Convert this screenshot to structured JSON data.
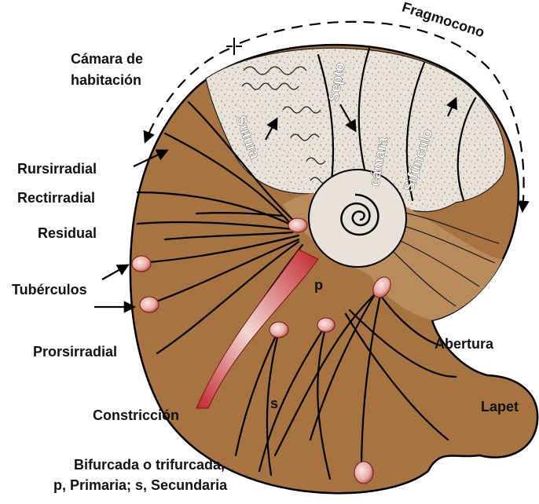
{
  "labels": {
    "camara_habitacion_1": "Cámara de",
    "camara_habitacion_2": "habitación",
    "fragmocono": "Fragmocono",
    "septo": "Septo",
    "sutura": "Sutura",
    "camara": "cámara",
    "sifunculo": "Sifúnculo",
    "rursirradial": "Rursirradial",
    "rectirradial": "Rectirradial",
    "residual": "Residual",
    "tuberculos": "Tubérculos",
    "prorsirradial": "Prorsirradial",
    "p": "p",
    "s": "s",
    "abertura": "Abertura",
    "lapet": "Lapet",
    "constriccion": "Constricción",
    "caption_1": "Bifurcada o trifurcada,",
    "caption_2": "p, Primaria; s, Secundaria"
  },
  "colors": {
    "shell": "#a67341",
    "shell_dark": "#8c5a2e",
    "phragmocone": "#e9e2d9",
    "tubercle": "#e8b9b5",
    "constriction": "#c0272d"
  }
}
